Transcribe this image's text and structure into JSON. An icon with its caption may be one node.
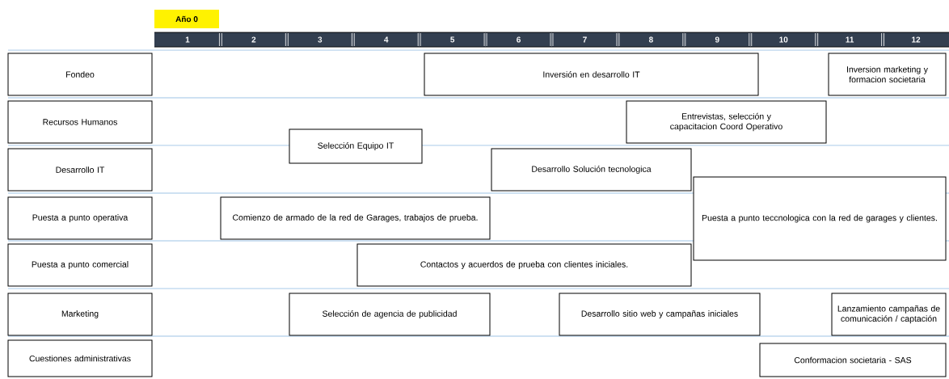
{
  "diagram": {
    "nodes": [
      {
        "text": [
          "Fondeo"
        ]
      },
      {
        "text": [
          "Inversión en desarrollo IT"
        ]
      },
      {
        "text": [
          "Inversion marketing y formacion societaria"
        ]
      },
      {
        "text": [
          "Recursos Humanos"
        ]
      },
      {
        "text": [
          "Entrevistas, selección y capacitacion Coord Operativo"
        ]
      },
      {
        "text": [
          "Selección Equipo IT"
        ]
      },
      {
        "text": [
          "Desarrollo IT"
        ]
      },
      {
        "text": [
          "Desarrollo Solución tecnologica"
        ]
      },
      {
        "text": [
          "Puesta a punto teccnologica con la red de garages y clientes."
        ]
      },
      {
        "text": [
          "Puesta a punto operativa"
        ]
      },
      {
        "text": [
          "Comienzo de armado de la red de Garages, trabajos de prueba."
        ]
      },
      {
        "text": [
          "Puesta a punto comercial"
        ]
      },
      {
        "text": [
          "Contactos y acuerdos de prueba con clientes iniciales."
        ]
      },
      {
        "text": [
          "Marketing"
        ]
      },
      {
        "text": [
          "Selección de agencia de publicidad"
        ]
      },
      {
        "text": [
          "Desarrollo sitio web y campañas iniciales"
        ]
      },
      {
        "text": [
          "Lanzamiento campañas de comunicación / captación"
        ]
      },
      {
        "text": [
          "Cuestiones administrativas"
        ]
      },
      {
        "text": [
          "Conformacion societaria - SAS"
        ]
      }
    ],
    "labels": [
      "Año 0",
      "1",
      "2",
      "3",
      "4",
      "5",
      "6",
      "7",
      "8",
      "9",
      "10",
      "11",
      "12"
    ]
  }
}
